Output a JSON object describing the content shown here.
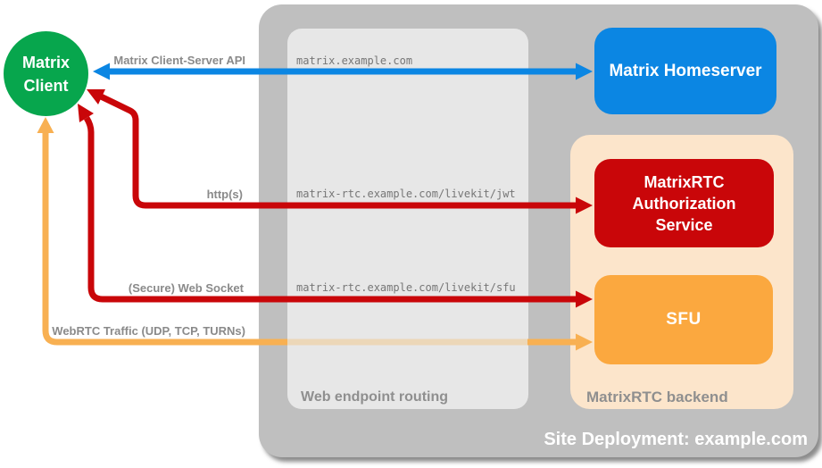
{
  "diagram": {
    "client": {
      "lines": [
        "Matrix",
        "Client"
      ]
    },
    "homeserver": {
      "label": "Matrix Homeserver"
    },
    "auth_service": {
      "lines": [
        "MatrixRTC",
        "Authorization",
        "Service"
      ]
    },
    "sfu": {
      "label": "SFU"
    },
    "web_routing": {
      "caption": "Web endpoint routing"
    },
    "backend": {
      "caption": "MatrixRTC backend"
    },
    "deployment_caption": "Site Deployment: example.com",
    "connections": [
      {
        "label": "Matrix Client-Server API",
        "route": "matrix.example.com",
        "direction": "bidirectional",
        "color": "#0b86e3"
      },
      {
        "label": "http(s)",
        "route": "matrix-rtc.example.com/livekit/jwt",
        "direction": "bidirectional",
        "color": "#c90609"
      },
      {
        "label": "(Secure) Web Socket",
        "route": "matrix-rtc.example.com/livekit/sfu",
        "direction": "bidirectional",
        "color": "#c90609"
      },
      {
        "label": "WebRTC Traffic (UDP, TCP, TURNs)",
        "direction": "bidirectional",
        "color": "#f8b052"
      }
    ],
    "colors": {
      "client_green": "#07a64d",
      "homeserver_blue": "#0b86e3",
      "auth_red": "#c90609",
      "sfu_orange": "#fba83f",
      "webrtc_arrow_orange": "#f8b052",
      "backend_peach": "#fce5cb",
      "site_gray": "#bfbfbf",
      "routing_gray": "#e7e7e7",
      "label_gray": "#8a8a8a"
    }
  }
}
